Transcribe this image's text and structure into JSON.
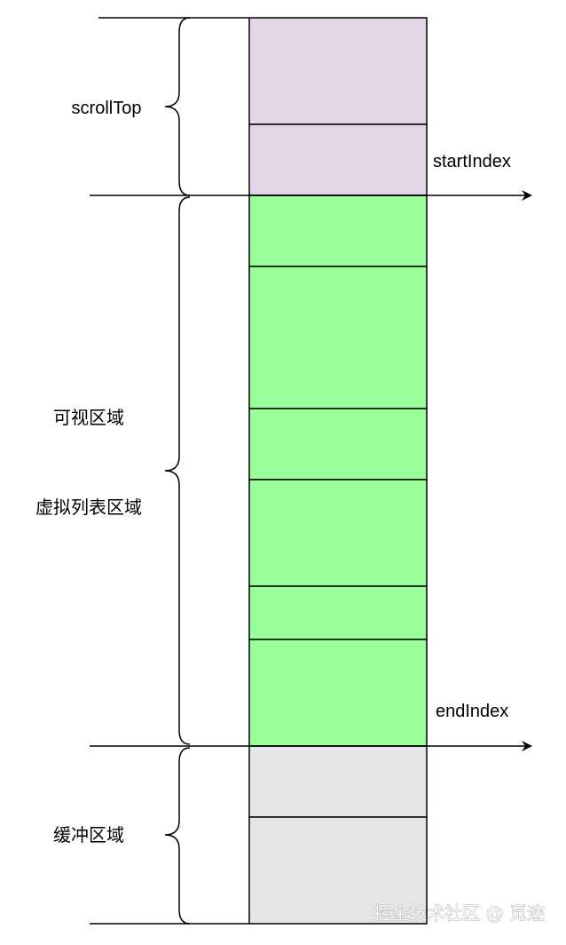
{
  "labels": {
    "scroll_top": "scrollTop",
    "start_index": "startIndex",
    "end_index": "endIndex",
    "visible_area": "可视区域",
    "virtual_list_area": "虚拟列表区域",
    "buffer_area": "缓冲区域"
  },
  "watermark": "掘金技术社区 @ 觅迹",
  "colors": {
    "scrolled": "#e1d5e7",
    "visible": "#99ff99",
    "buffer": "#e6e6e6",
    "line": "#000000"
  }
}
